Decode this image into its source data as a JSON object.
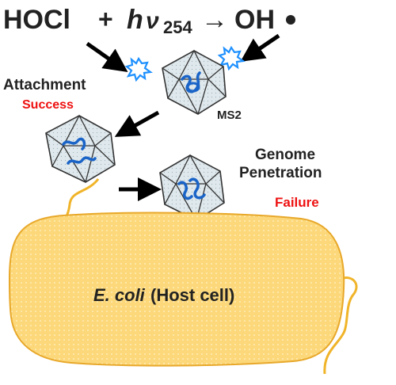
{
  "equation": {
    "reactant1": "HOCl",
    "plus": "+",
    "photon_h": "h",
    "photon_nu": "ν",
    "wavelength": "254",
    "arrow": "→",
    "product": "OH"
  },
  "labels": {
    "attachment": "Attachment",
    "success": "Success",
    "virus": "MS2",
    "genome": "Genome",
    "penetration": "Penetration",
    "failure": "Failure",
    "host_species": "E. coli",
    "host_desc": "(Host cell)"
  },
  "colors": {
    "text": "#222222",
    "status_red": "#ee1111",
    "cell_fill": "#fcd87a",
    "cell_stroke": "#e8a82a",
    "flagella": "#f0b429",
    "genome_rna": "#1a64c8",
    "spark": "#1e90ff",
    "capsid_fill": "#dfe8ec",
    "capsid_stroke": "#333333"
  },
  "icons": [
    "radical-spark-icon",
    "ms2-capsid-icon",
    "rna-genome-icon",
    "black-arrow-icon",
    "flagellum-icon"
  ]
}
